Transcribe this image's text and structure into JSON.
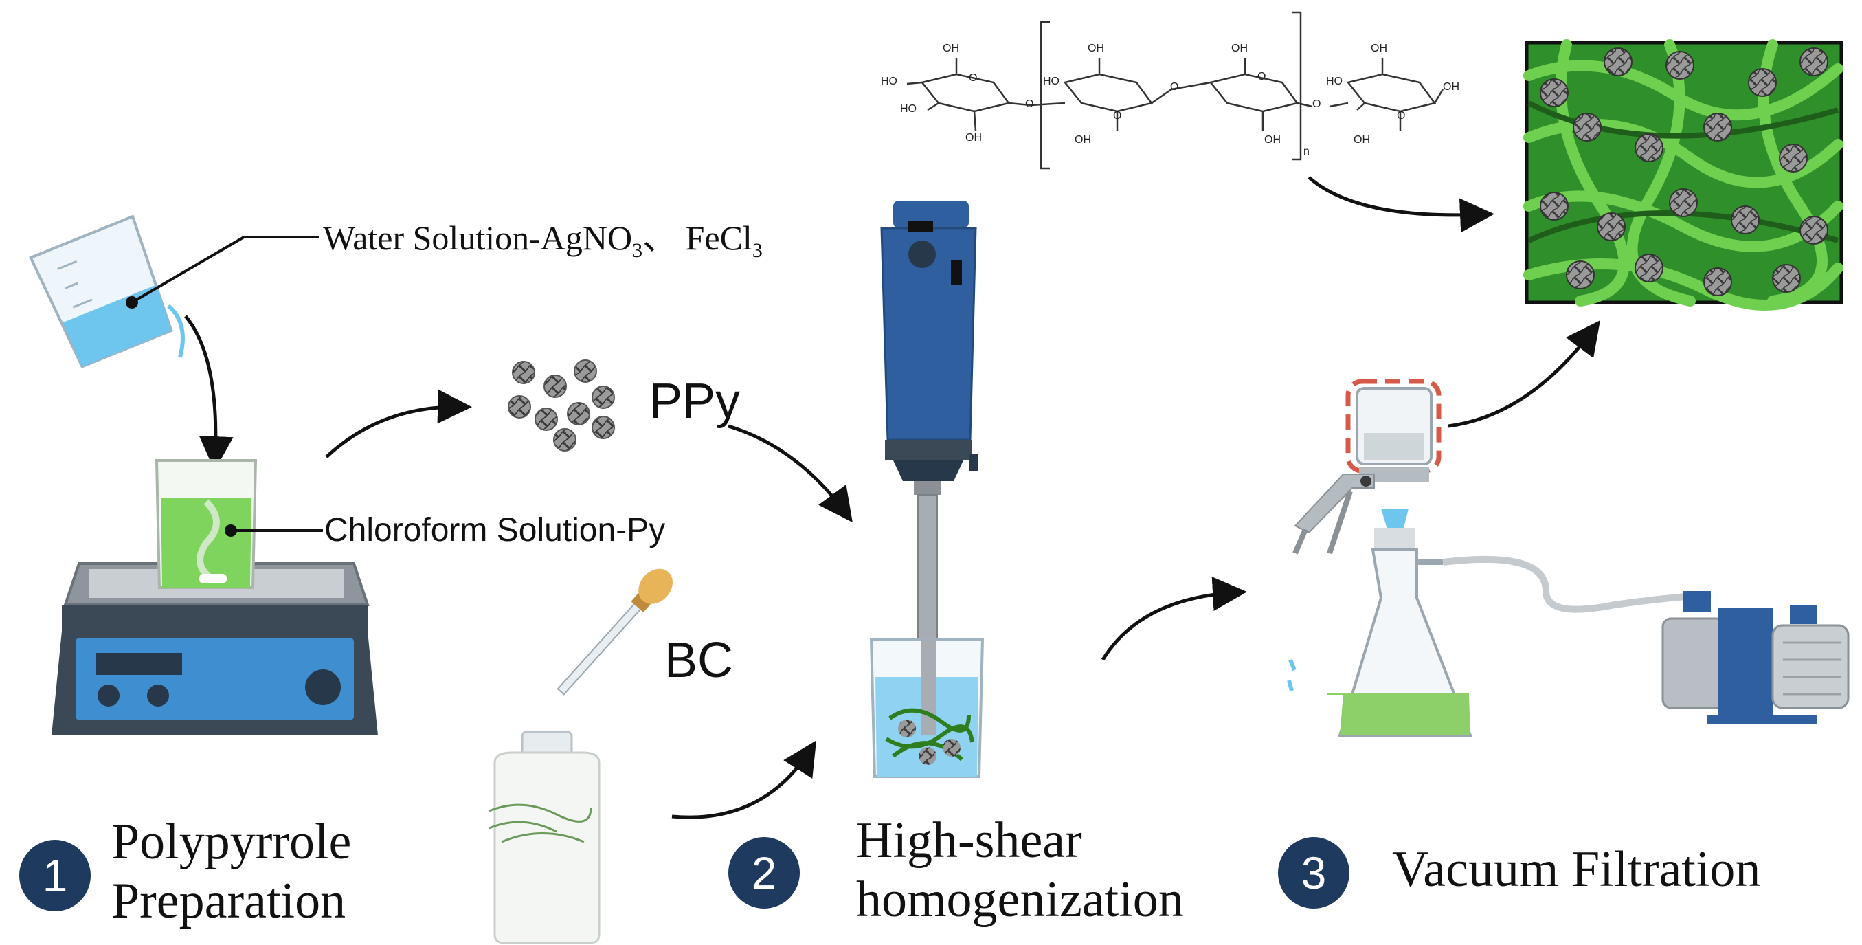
{
  "labels": {
    "water_solution": "Water Solution-AgNO",
    "water_sub3": "3",
    "water_sep": "、 FeCl",
    "water_sub3b": "3",
    "chloroform": "Chloroform Solution-Py",
    "ppy": "PPy",
    "bc": "BC"
  },
  "steps": [
    {
      "number": "1",
      "line1": "Polypyrrole",
      "line2": "Preparation"
    },
    {
      "number": "2",
      "line1": "High-shear",
      "line2": "homogenization"
    },
    {
      "number": "3",
      "line1": "Vacuum Filtration",
      "line2": ""
    }
  ],
  "chem": {
    "oh": "OH",
    "ho": "HO",
    "o": "O",
    "n": "n"
  },
  "icons": [
    "pouring-beaker-icon",
    "hotplate-stirrer-icon",
    "ppy-particles-icon",
    "homogenizer-icon",
    "dropper-icon",
    "bc-bottle-icon",
    "filtration-flask-icon",
    "vacuum-pump-icon",
    "composite-film-icon",
    "cellulose-structure-icon"
  ],
  "colors": {
    "step_circle": "#1f3a5f",
    "green": "#4cb82e",
    "blue_device": "#2f5f9e",
    "arrow": "#111111"
  }
}
